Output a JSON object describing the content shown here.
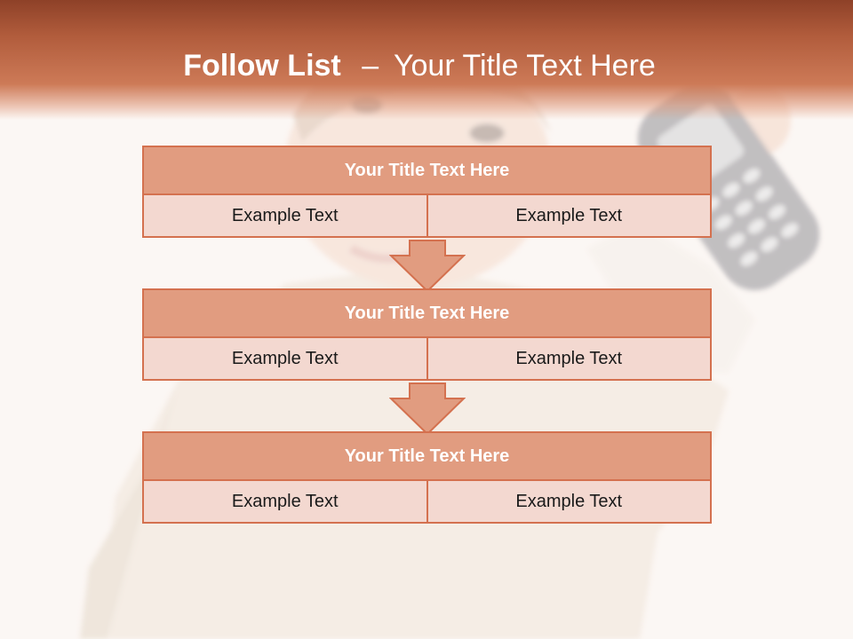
{
  "slide": {
    "title_bold": "Follow List",
    "title_sep": "–",
    "title_rest": "Your Title Text Here"
  },
  "blocks": [
    {
      "title": "Your Title Text Here",
      "cells": [
        "Example Text",
        "Example Text"
      ]
    },
    {
      "title": "Your Title Text Here",
      "cells": [
        "Example Text",
        "Example Text"
      ]
    },
    {
      "title": "Your Title Text Here",
      "cells": [
        "Example Text",
        "Example Text"
      ]
    }
  ],
  "colors": {
    "header": "#b15c3c",
    "block_title_fill": "#e19c80",
    "block_cell_fill": "#f3d8d0",
    "border": "#d4714f"
  }
}
